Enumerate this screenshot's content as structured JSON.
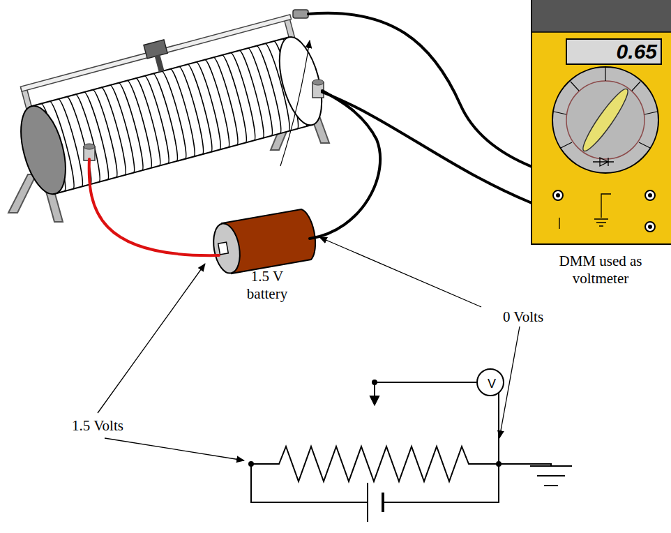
{
  "diagram": {
    "nodes": [
      {
        "text": [
          "0.65",
          "DMM used as voltmeter"
        ]
      },
      {
        "text": [
          "1.5 V battery"
        ]
      },
      {
        "text": [
          "V"
        ]
      }
    ],
    "labels": [
      "1.5 Volts",
      "0 Volts"
    ]
  }
}
